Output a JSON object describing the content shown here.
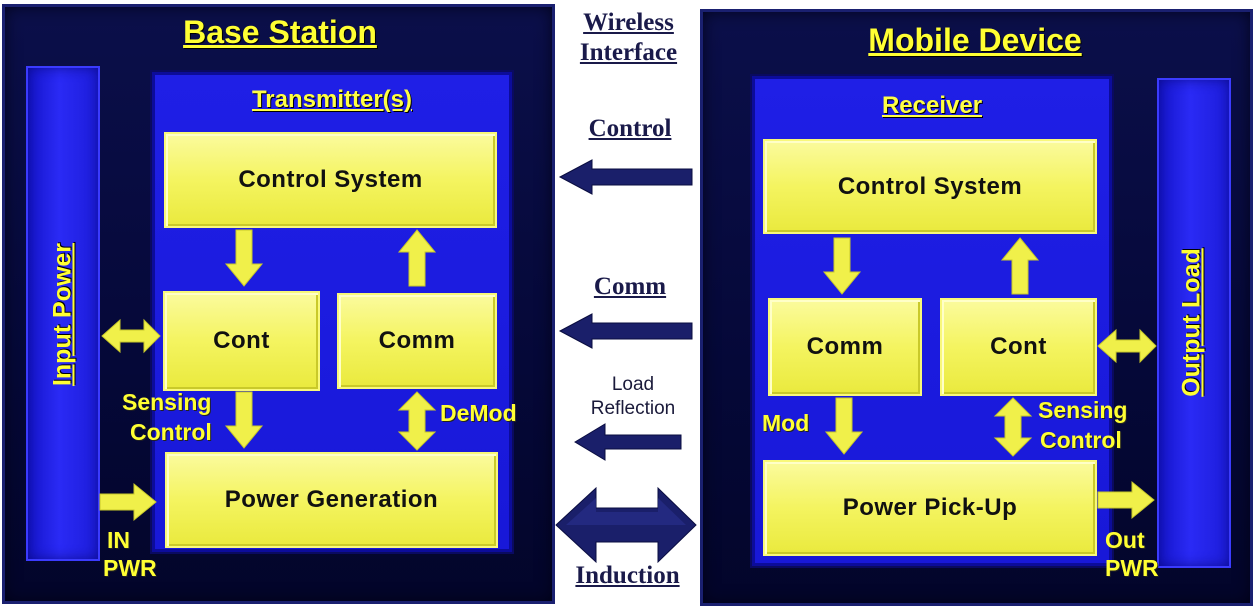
{
  "base_station": {
    "title": "Base Station",
    "input_label": "Input Power",
    "transmitter": {
      "title": "Transmitter(s)",
      "control_system": "Control System",
      "cont": "Cont",
      "comm": "Comm",
      "power_generation": "Power Generation"
    },
    "labels": {
      "sensing": "Sensing",
      "control": "Control",
      "demod": "DeMod",
      "in": "IN",
      "pwr": "PWR"
    }
  },
  "wireless_interface": {
    "title_line1": "Wireless",
    "title_line2": "Interface",
    "control": "Control",
    "comm": "Comm",
    "load_line1": "Load",
    "load_line2": "Reflection",
    "induction": "Induction"
  },
  "mobile_device": {
    "title": "Mobile Device",
    "output_label": "Output Load",
    "receiver": {
      "title": "Receiver",
      "control_system": "Control System",
      "comm": "Comm",
      "cont": "Cont",
      "power_pickup": "Power Pick-Up"
    },
    "labels": {
      "mod": "Mod",
      "sensing": "Sensing",
      "control": "Control",
      "out": "Out",
      "pwr": "PWR"
    }
  },
  "colors": {
    "navy": "#050838",
    "blue": "#1f1fe6",
    "yellow": "#f4f460",
    "text_yellow": "#ffff33",
    "arrow_navy": "#1a1f6a"
  }
}
